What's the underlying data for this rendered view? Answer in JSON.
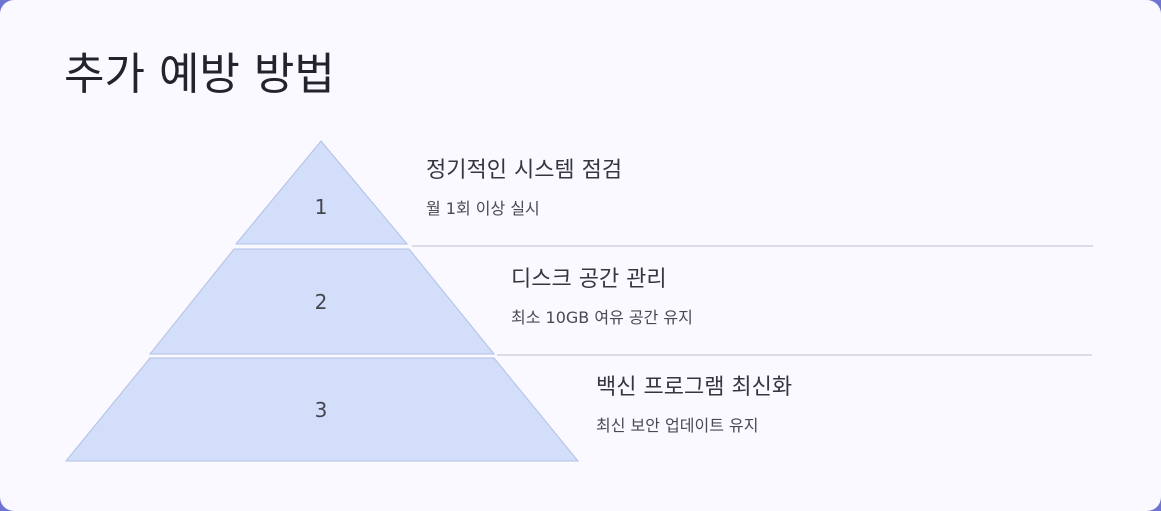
{
  "title": "추가 예방 방법",
  "levels": [
    {
      "number": "1",
      "title": "정기적인 시스템 점검",
      "description": "월 1회 이상 실시"
    },
    {
      "number": "2",
      "title": "디스크 공간 관리",
      "description": "최소 10GB 여유 공간 유지"
    },
    {
      "number": "3",
      "title": "백신 프로그램 최신화",
      "description": "최신 보안 업데이트 유지"
    }
  ],
  "colors": {
    "frame": "#6f73d2",
    "background": "#f9f9ff",
    "segment_fill": "#d3defa",
    "segment_stroke": "#b2c0e4",
    "divider": "#dcdce8",
    "number_text": "#45454e"
  }
}
